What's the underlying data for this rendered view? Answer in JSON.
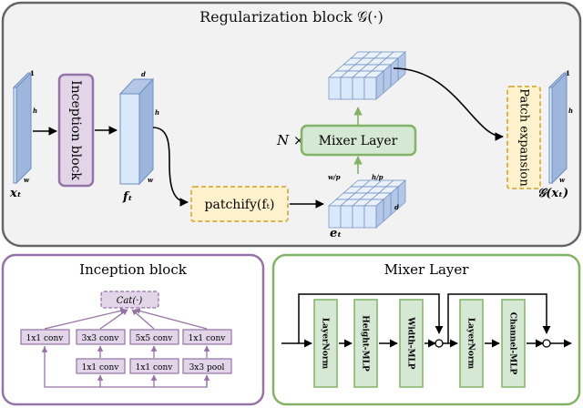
{
  "regularization": {
    "title": "Regularization block 𝒢(·)",
    "input_label": "xₜ",
    "input_dims": {
      "h": "h",
      "w": "w",
      "c": "1"
    },
    "inception_label": "Inception block",
    "feature_label": "fₜ",
    "feature_dims": {
      "h": "h",
      "w": "w",
      "d": "d"
    },
    "patchify_label": "patchify(fₜ)",
    "patch_label": "eₜ",
    "patch_dims": {
      "w": "w/p",
      "h": "h/p",
      "d": "d"
    },
    "repeat_label": "N ×",
    "mixer_label": "Mixer Layer",
    "patch_expansion_label": "Patch expansion",
    "output_label": "𝒢(xₜ)",
    "output_dims": {
      "h": "h",
      "w": "w",
      "c": "1"
    }
  },
  "inception": {
    "title": "Inception block",
    "cat_label": "Cat(·)",
    "top_row": [
      "1x1 conv",
      "3x3 conv",
      "5x5 conv",
      "1x1 conv"
    ],
    "bottom_row": [
      "1x1 conv",
      "1x1 conv",
      "3x3 pool"
    ]
  },
  "mixer": {
    "title": "Mixer Layer",
    "blocks": [
      "LayerNorm",
      "Height-MLP",
      "Width-MLP",
      "LayerNorm",
      "Channel-MLP"
    ]
  },
  "colors": {
    "regularization_fill": "#f2f2f2",
    "regularization_border": "#666666",
    "inception_fill": "#e1d5e7",
    "inception_border": "#9673a6",
    "mixer_fill": "#d5e8d4",
    "mixer_border": "#82b366",
    "patch_fill": "#fff2cc",
    "patch_border": "#d6b656",
    "tensor_fill": "#dae8fc",
    "tensor_border": "#6c8ebf"
  }
}
